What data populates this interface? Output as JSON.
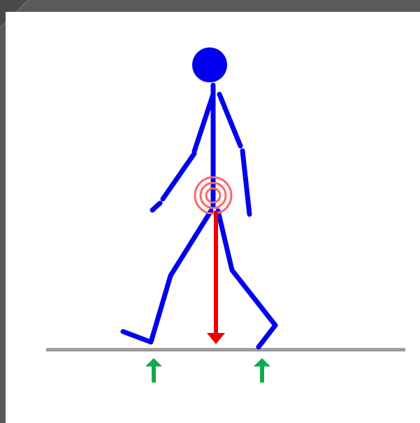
{
  "diagram": {
    "colors": {
      "figure": "#0000ee",
      "ground": "#999999",
      "center_of_mass_rings": "#ff5555",
      "gravity_arrow": "#ee0000",
      "reaction_arrows": "#11aa55",
      "background": "#ffffff",
      "frame": "#5a5a5a"
    },
    "icons": [
      "walking-stick-figure",
      "center-of-mass-icon",
      "gravity-arrow",
      "ground-reaction-arrow"
    ]
  }
}
